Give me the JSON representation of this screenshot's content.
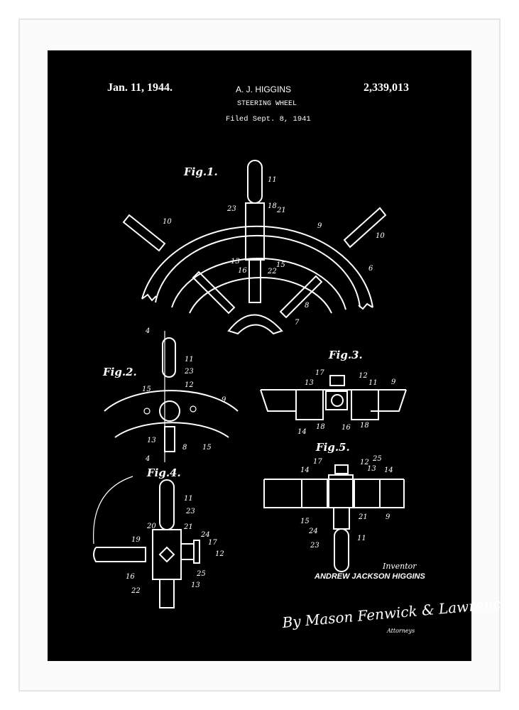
{
  "header": {
    "date": "Jan. 11, 1944.",
    "inventor_short": "A. J. HIGGINS",
    "title": "STEERING WHEEL",
    "filed": "Filed Sept. 8, 1941",
    "patent_number": "2,339,013"
  },
  "figures": {
    "fig1": {
      "label": "Fig.1.",
      "parts": [
        "11",
        "10",
        "10",
        "23",
        "18",
        "21",
        "9",
        "6",
        "8",
        "7",
        "13",
        "16",
        "22",
        "15"
      ]
    },
    "fig2": {
      "label": "Fig.2.",
      "parts": [
        "11",
        "23",
        "12",
        "15",
        "9",
        "13",
        "8",
        "15",
        "4",
        "4"
      ]
    },
    "fig3": {
      "label": "Fig.3.",
      "parts": [
        "17",
        "12",
        "13",
        "11",
        "9",
        "14",
        "18",
        "16",
        "18"
      ]
    },
    "fig4": {
      "label": "Fig.4.",
      "parts": [
        "11",
        "23",
        "20",
        "21",
        "24",
        "19",
        "17",
        "12",
        "16",
        "25",
        "22",
        "13"
      ]
    },
    "fig5": {
      "label": "Fig.5.",
      "parts": [
        "17",
        "12",
        "25",
        "13",
        "14",
        "14",
        "15",
        "24",
        "21",
        "9",
        "23",
        "11"
      ]
    }
  },
  "footer": {
    "inventor_label": "Inventor",
    "inventor_name": "ANDREW JACKSON HIGGINS",
    "signature": "By Mason Fenwick & Lawrence",
    "attorneys_label": "Attorneys"
  }
}
